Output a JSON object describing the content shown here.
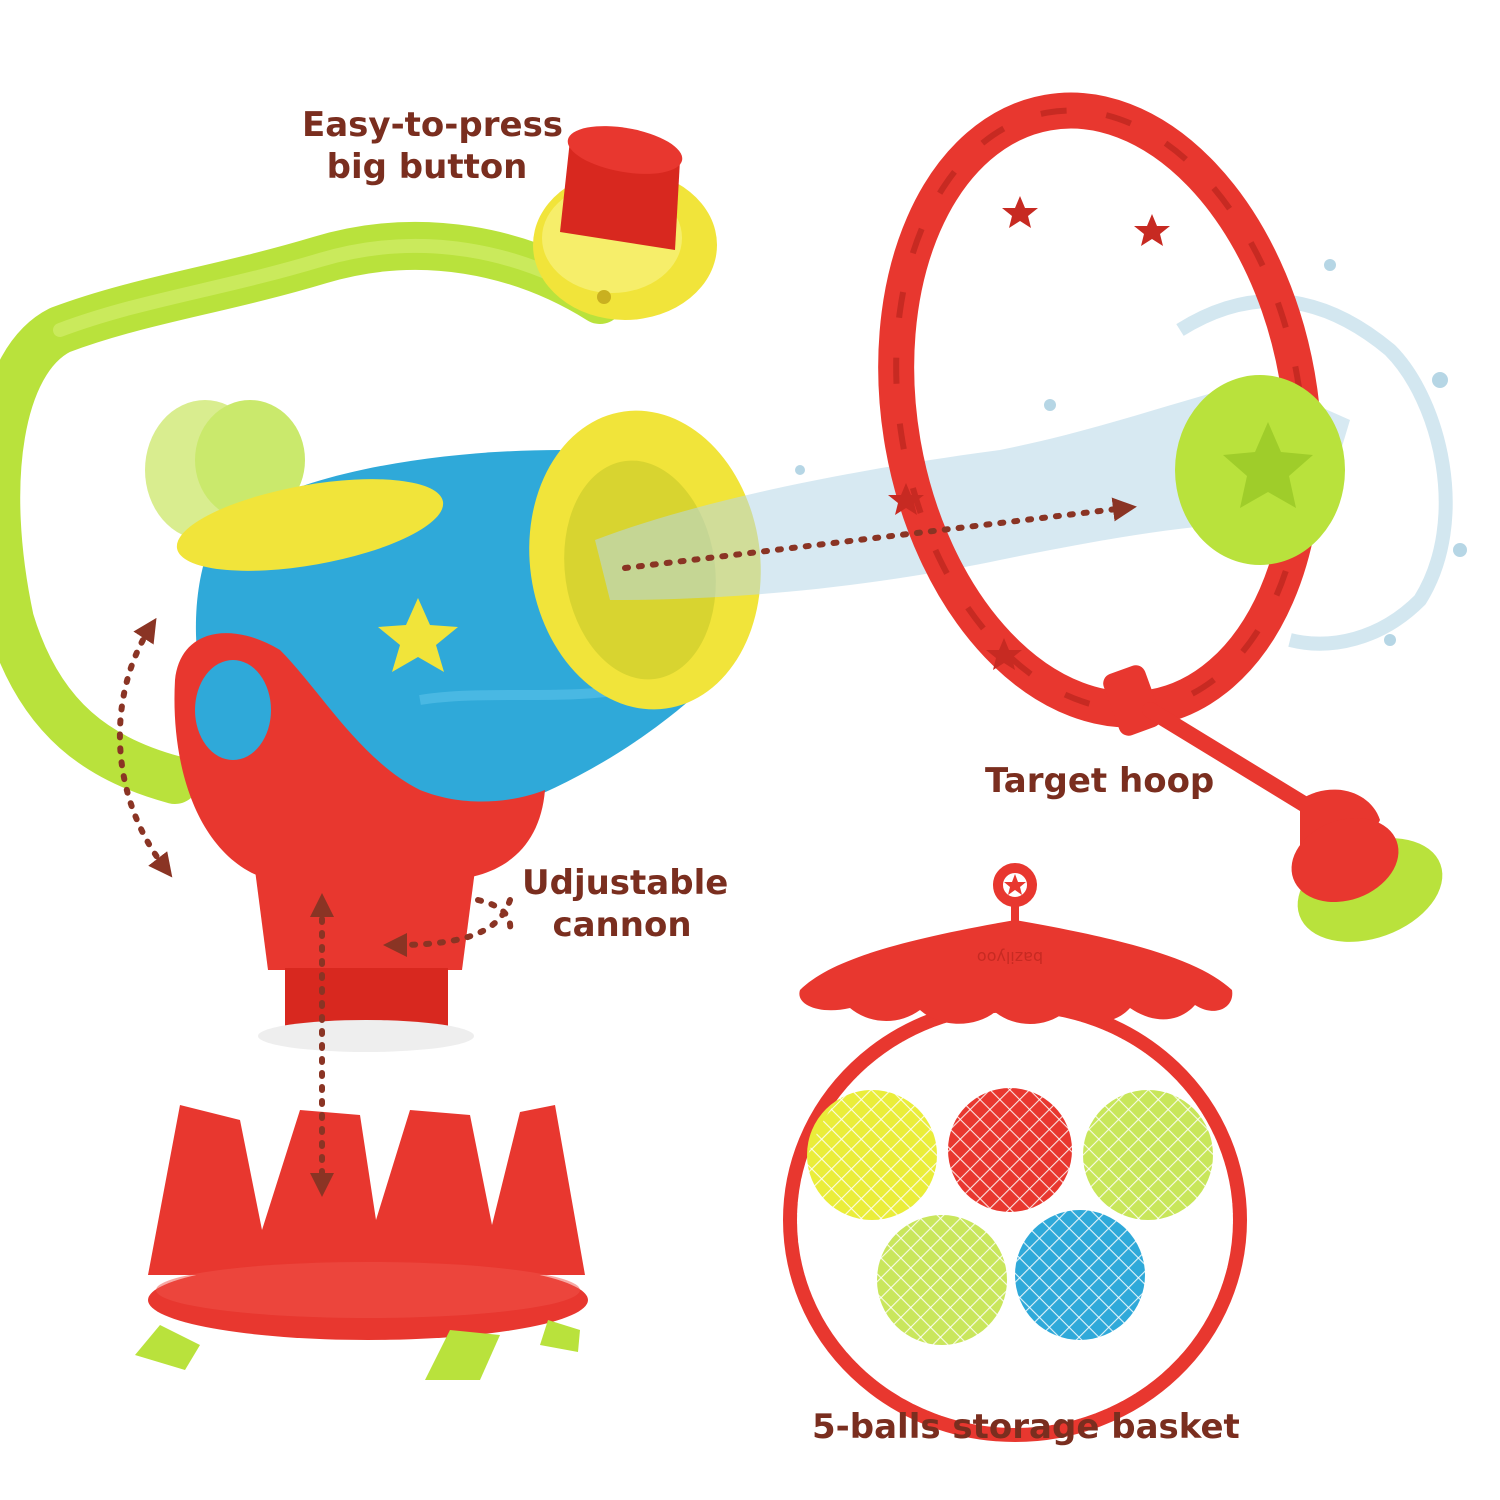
{
  "labels": {
    "button_line1": "Easy-to-press",
    "button_line2": "big button",
    "hoop": "Target hoop",
    "cannon_line1": "Udjustable",
    "cannon_line2": "cannon",
    "basket": "5-balls storage basket",
    "brand": "bazilyoo"
  },
  "colors": {
    "label_text": "#7a2e1f",
    "red": "#e8372f",
    "yellow": "#f1e43a",
    "lime": "#b9e23c",
    "blue": "#2fa9d9",
    "water": "#b7d7e6",
    "arrow": "#8a3424"
  },
  "icons": [
    "star-icon",
    "double-arrow-icon"
  ]
}
